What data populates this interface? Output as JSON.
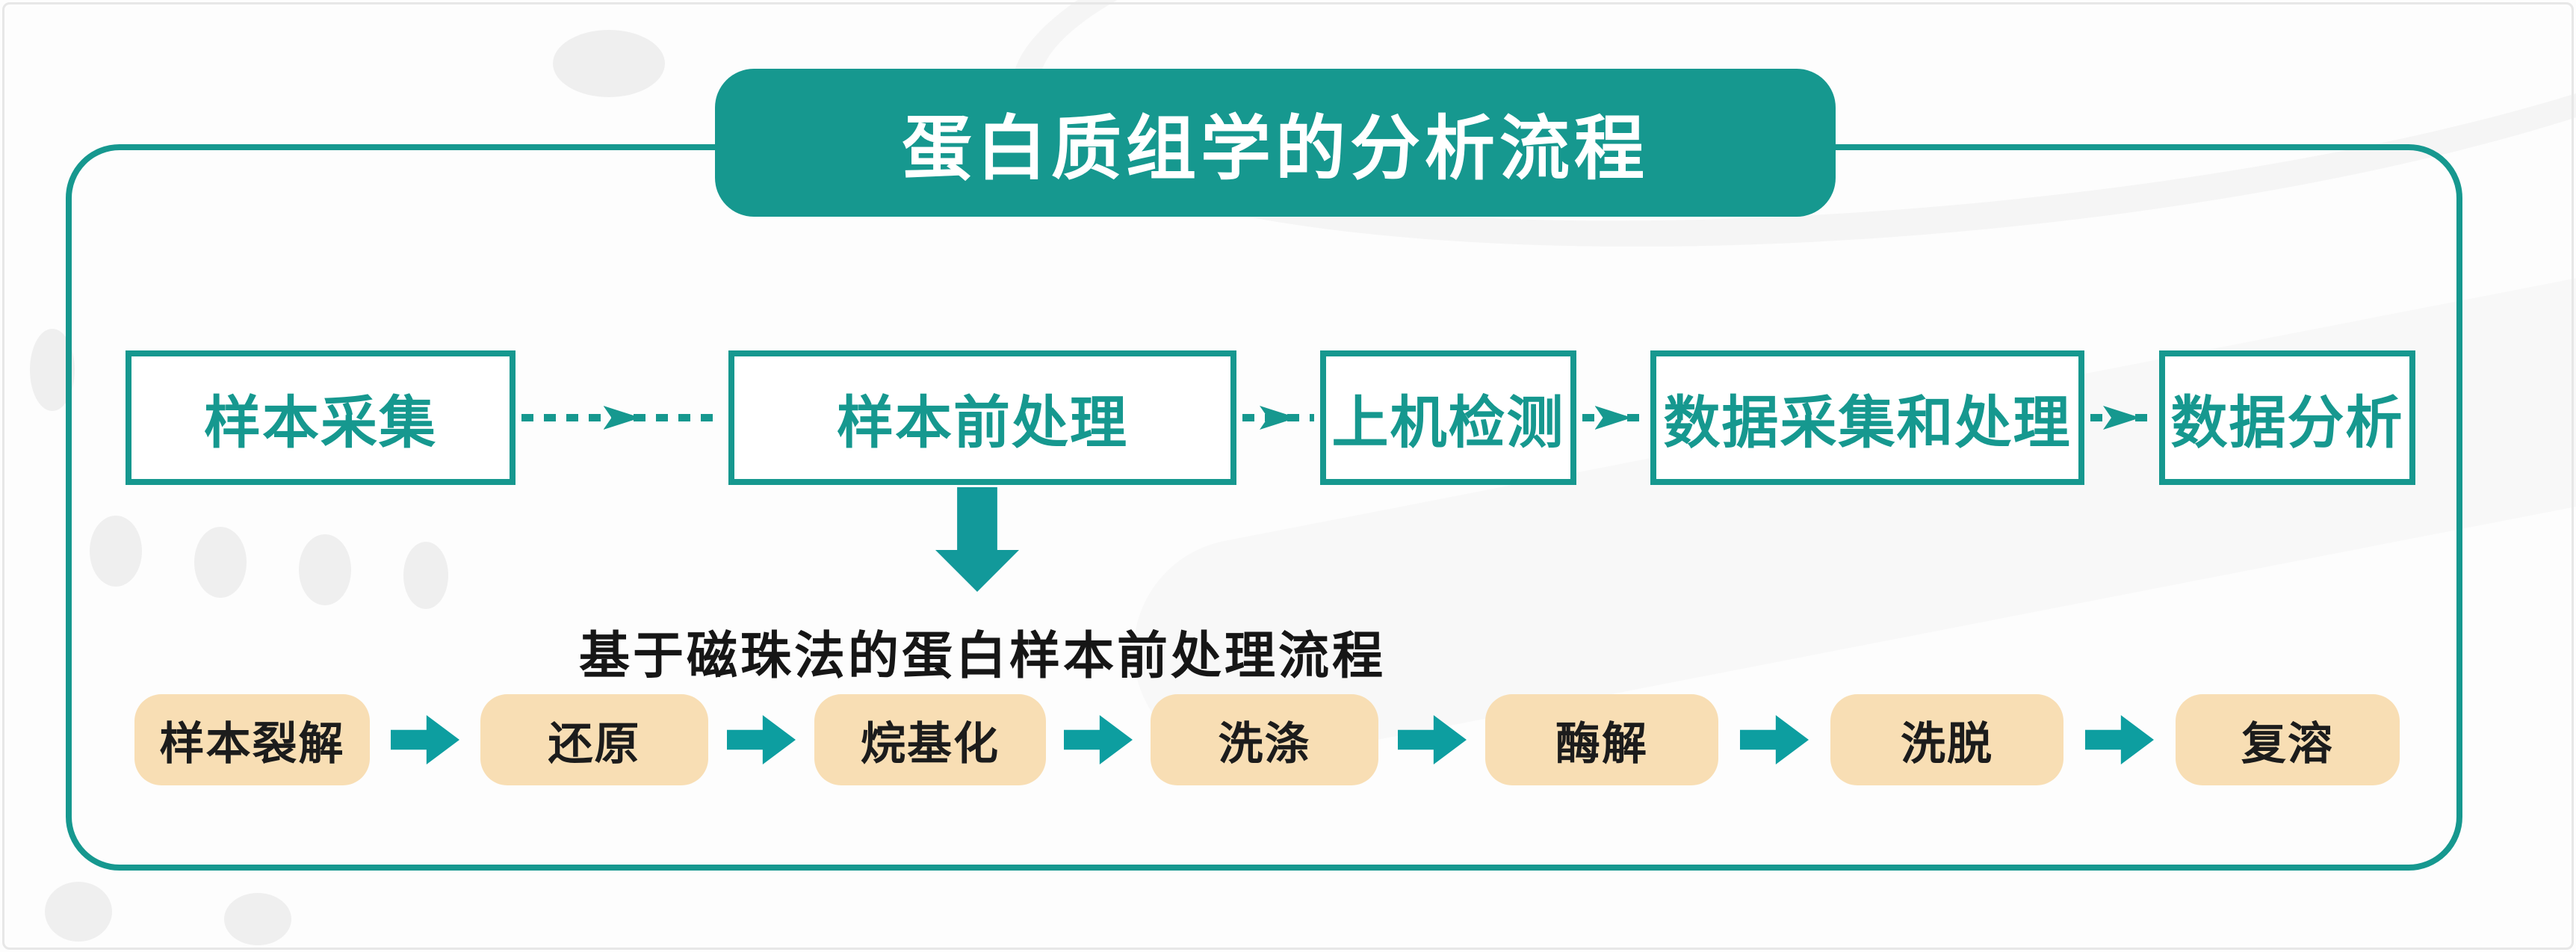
{
  "banner": {
    "title": "蛋白质组学的分析流程"
  },
  "main_flow": {
    "steps": [
      "样本采集",
      "样本前处理",
      "上机检测",
      "数据采集和处理",
      "数据分析"
    ]
  },
  "sub_flow": {
    "title": "基于磁珠法的蛋白样本前处理流程",
    "steps": [
      "样本裂解",
      "还原",
      "烷基化",
      "洗涤",
      "酶解",
      "洗脱",
      "复溶"
    ]
  },
  "icons": {
    "dashed_arrow_right": "➡ (dashed line with solid arrowhead)",
    "block_arrow_right": "➡",
    "block_arrow_down": "⬇"
  },
  "colors": {
    "teal": "#16988F",
    "arrow_teal": "#0D9EA0",
    "peach": "#F8DEB4",
    "text_dark": "#1C1C1C",
    "white": "#FFFFFF",
    "background": "#FDFDFD"
  }
}
